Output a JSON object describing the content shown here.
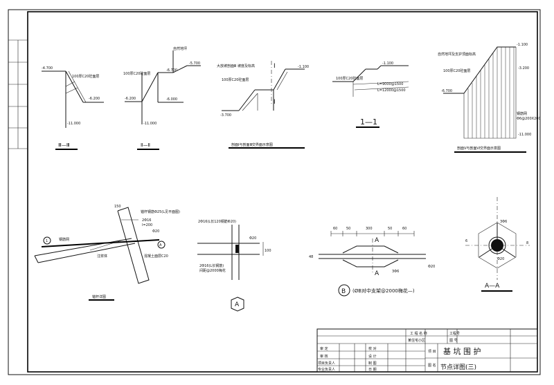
{
  "sections": {
    "s1": {
      "caption": "Ⅲ—Ⅲ",
      "elev_top": "-4.700",
      "elev_mid": "-6.200",
      "elev_bot": "-11.000",
      "note": "100厚C20砼面层"
    },
    "s2": {
      "caption": "Ⅱ—Ⅱ",
      "elev_top": "-6.700",
      "elev_left": "-6.200",
      "elev_right": "-5.700",
      "elev_low": "-6.000",
      "elev_bot": "-11.000",
      "note_top": "自然地坪",
      "note": "100厚C20砼面层"
    },
    "s3": {
      "caption": "剖面Ⅰ与剖面Ⅲ交界面示意图",
      "elev_top": "-1.100",
      "elev_bot": "-3.700",
      "mark_top": "Ⅰ",
      "mark_bot": "Ⅰ",
      "note1": "大放坡剖面Ⅲ 坡度及标高",
      "note2": "100厚C20砼面层"
    },
    "s4": {
      "caption": "1—1",
      "elev_top": "-1.100",
      "note1": "100厚C20砼面层",
      "note2": "L=9000@1500",
      "note3": "L=12000@1500"
    },
    "s5": {
      "caption": "剖面Ⅴ与剖面Ⅵ交界面示意图",
      "elev_top": "-1.100",
      "elev_mid": "-3.200",
      "elev_bot": "-11.000",
      "elev_left": "-6.700",
      "note1": "自然地坪及支护顶面标高",
      "note2": "100厚C20砼面层",
      "note3": "钢筋网",
      "note4": "Φ6@200X200"
    },
    "anchor": {
      "caption": "锚杆详图",
      "dim": "150",
      "note1": "锚杆钢筋Φ25(L见平面图)",
      "note2": "2Φ16",
      "note3": "l=200",
      "note4": "Φ20",
      "note5": "注浆体",
      "note6": "钢筋网",
      "note7": "混凝土面层C20",
      "circle_left": "1",
      "circle_right": "A"
    },
    "detailA": {
      "caption": "A",
      "note1": "2Φ16(L长120钢筋Φ20)",
      "note2": "Φ20",
      "note3": "2Φ16(L长钢筋)",
      "note4": "间距@2000梅花",
      "dim": "100"
    },
    "detailB": {
      "caption": "B",
      "caption_note": "(ØB对中支架@2000梅花—)",
      "dims": [
        "60",
        "50",
        "300",
        "50",
        "60"
      ],
      "mark_top": "A",
      "mark_bot": "A",
      "dim_left": "48",
      "note1": "3Φ6",
      "note2": "Φ20"
    },
    "sectionAA": {
      "caption": "A—A",
      "note1": "3Φ6",
      "note2": "Φ20",
      "mark_left": "6",
      "mark_right": "8"
    },
    "title_block": {
      "row1": {
        "c1": "",
        "c2": "工 程 名 称",
        "c3": "",
        "c4": "工程号"
      },
      "row2": {
        "c1": "",
        "c2": "某住宅小区",
        "c3": "",
        "c4": "图 号"
      },
      "project": "基 坑 围 护",
      "drawing": "节点详图(三)",
      "sig_labels": [
        "审 定",
        "审 核",
        "项目负责人",
        "专业负责人"
      ],
      "sig_labels2": [
        "校 对",
        "设 计",
        "制 图",
        "日 期"
      ],
      "label_project": "项 目",
      "label_drawing": "图 名"
    }
  }
}
